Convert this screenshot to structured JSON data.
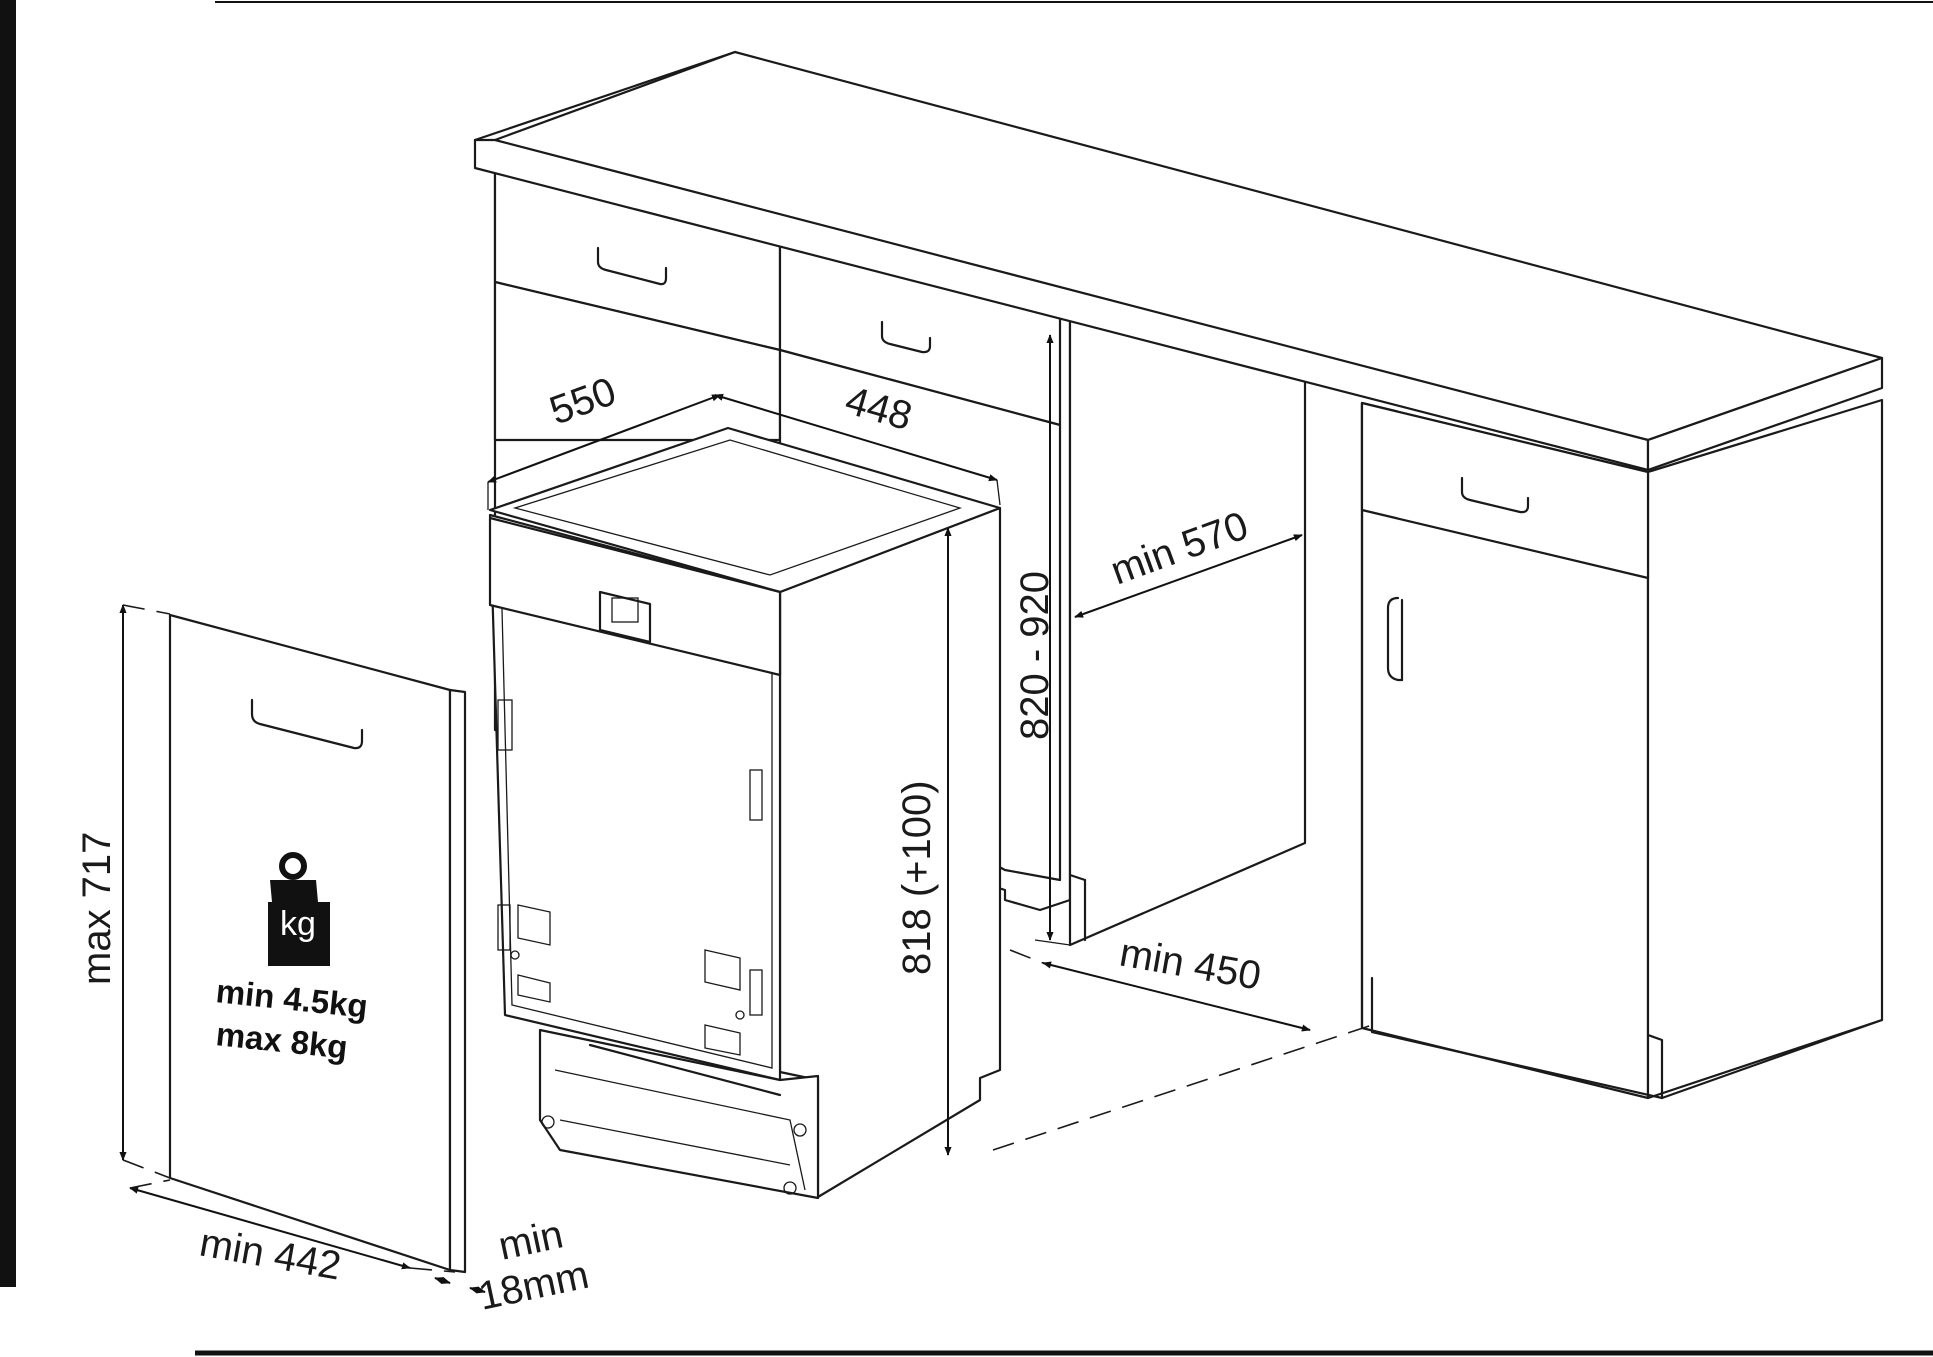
{
  "dimensions": {
    "depth": "550",
    "width": "448",
    "cabinet_height": "820 - 920",
    "niche_depth": "min 570",
    "appliance_height": "818 (+100)",
    "niche_width": "min 450",
    "panel_height": "max 717",
    "panel_width": "min 442",
    "panel_thickness_line1": "min",
    "panel_thickness_line2": "18mm"
  },
  "weight": {
    "icon_label": "kg",
    "min": "min 4.5kg",
    "max": "max 8kg"
  }
}
